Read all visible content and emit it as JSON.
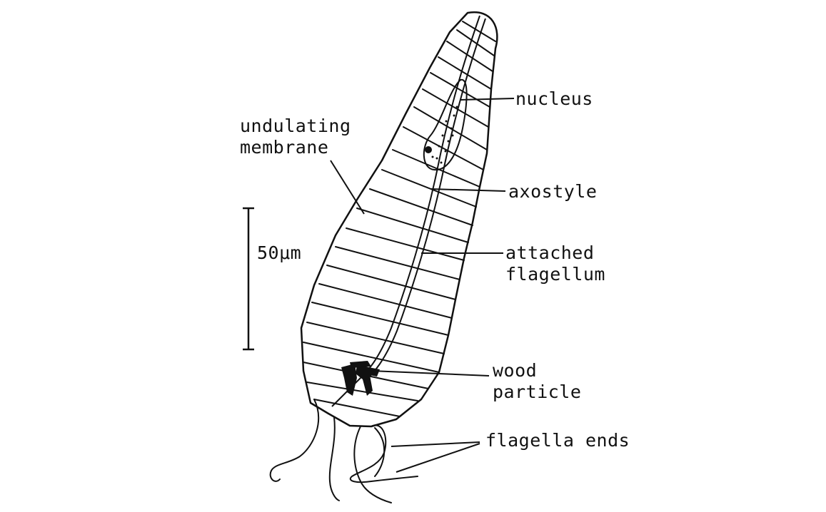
{
  "labels": {
    "nucleus": "nucleus",
    "undulating_membrane": [
      "undulating",
      "membrane"
    ],
    "axostyle": "axostyle",
    "attached_flagellum": [
      "attached",
      "flagellum"
    ],
    "scale": "50μm",
    "wood_particle": [
      "wood",
      "particle"
    ],
    "flagella_ends": "flagella ends"
  },
  "colors": {
    "ink": "#111111",
    "background": "#ffffff"
  }
}
